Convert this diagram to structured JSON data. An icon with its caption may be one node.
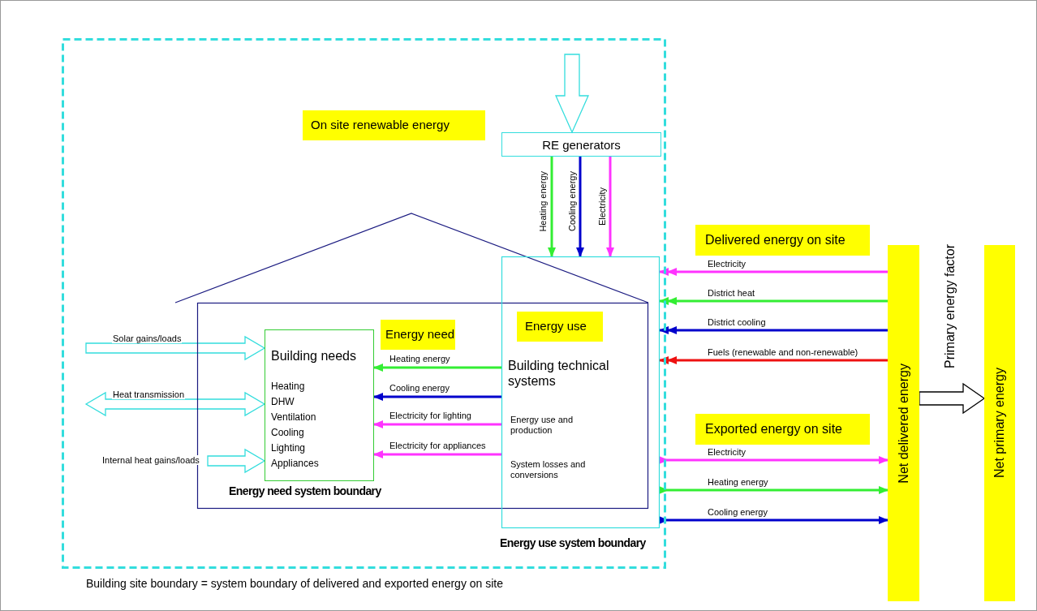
{
  "diagram": {
    "nodes": [
      {
        "text": [
          "Building site boundary = system boundary of delivered and exported energy on site"
        ]
      },
      {
        "text": [
          "On site renewable energy"
        ],
        "in": 0
      },
      {
        "text": [
          "RE generators"
        ],
        "in": 0
      },
      {
        "text": [
          "Energy need system boundary"
        ],
        "in": 0
      },
      {
        "text": [
          "Building needs",
          "Heating DHW Ventilation Cooling Lighting Appliances"
        ],
        "in": 3
      },
      {
        "text": [
          "Energy need"
        ],
        "in": 3
      },
      {
        "text": [
          "Building technical systems",
          "Energy use and production",
          "System losses and conversions",
          "Energy use system boundary"
        ],
        "in": 0
      },
      {
        "text": [
          "Energy use"
        ]
      },
      {
        "text": [
          "Delivered energy on site"
        ]
      },
      {
        "text": [
          "Exported energy on site"
        ]
      },
      {
        "text": [
          "Net delivered energy"
        ]
      },
      {
        "text": [
          "Net primary energy"
        ]
      }
    ],
    "edges": [
      {
        "from": null,
        "to": 2,
        "arrow": "to",
        "style": "thick",
        "color": "#33dddd"
      },
      {
        "from": 2,
        "to": 6,
        "arrow": "to",
        "label": "Heating energy",
        "color": "#33ee33"
      },
      {
        "from": 2,
        "to": 6,
        "arrow": "to",
        "label": "Cooling energy",
        "color": "#0000cc"
      },
      {
        "from": 2,
        "to": 6,
        "arrow": "to",
        "label": "Electricity",
        "color": "#ff33ff"
      },
      {
        "from": null,
        "to": 4,
        "arrow": "to",
        "label": "Solar gains/loads",
        "style": "thick",
        "color": "#33dddd"
      },
      {
        "from": null,
        "to": 4,
        "arrow": "both",
        "label": "Heat transmission",
        "style": "thick",
        "color": "#33dddd"
      },
      {
        "from": null,
        "to": 4,
        "arrow": "to",
        "label": "Internal heat gains/loads",
        "style": "thick",
        "color": "#33dddd"
      },
      {
        "from": 6,
        "to": 4,
        "arrow": "to",
        "label": "Heating energy",
        "color": "#33ee33"
      },
      {
        "from": 6,
        "to": 4,
        "arrow": "to",
        "label": "Cooling energy",
        "color": "#0000cc"
      },
      {
        "from": 6,
        "to": 4,
        "arrow": "to",
        "label": "Electricity for lighting",
        "color": "#ff33ff"
      },
      {
        "from": 6,
        "to": 4,
        "arrow": "to",
        "label": "Electricity for appliances",
        "color": "#ff33ff"
      },
      {
        "from": 10,
        "to": 6,
        "arrow": "to",
        "label": "Electricity",
        "color": "#ff33ff"
      },
      {
        "from": 10,
        "to": 6,
        "arrow": "to",
        "label": "District heat",
        "color": "#33ee33"
      },
      {
        "from": 10,
        "to": 6,
        "arrow": "to",
        "label": "District cooling",
        "color": "#0000cc"
      },
      {
        "from": 10,
        "to": 6,
        "arrow": "to",
        "label": "Fuels (renewable and non-renewable)",
        "color": "#ee1111"
      },
      {
        "from": 6,
        "to": 10,
        "arrow": "to",
        "label": "Electricity",
        "color": "#ff33ff"
      },
      {
        "from": 6,
        "to": 10,
        "arrow": "to",
        "label": "Heating energy",
        "color": "#33ee33"
      },
      {
        "from": 6,
        "to": 10,
        "arrow": "to",
        "label": "Cooling energy",
        "color": "#0000cc"
      },
      {
        "from": 10,
        "to": 11,
        "arrow": "to",
        "label": "Primary energy factor",
        "style": "thick",
        "color": "#000000"
      }
    ]
  }
}
